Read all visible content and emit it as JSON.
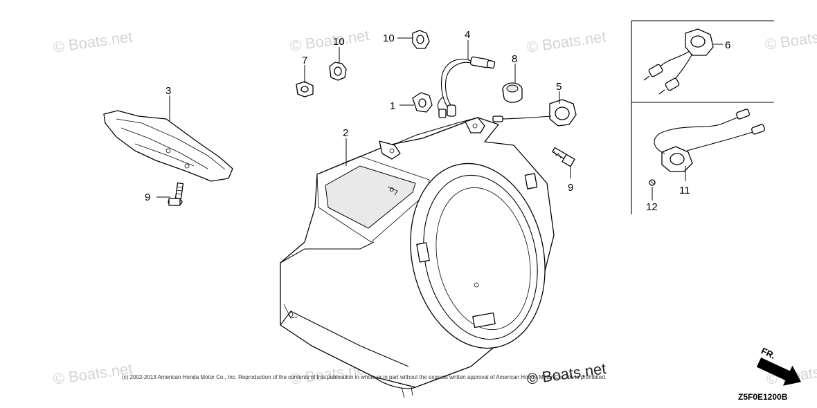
{
  "watermarks": [
    {
      "text": "© Boats.net"
    },
    {
      "text": "© Boats.net"
    },
    {
      "text": "© Boats.net"
    },
    {
      "text": "© Boats.net"
    },
    {
      "text": "© Boats"
    },
    {
      "text": "© Boats.net"
    },
    {
      "text": "© Boats.net"
    },
    {
      "text": "© Boats.net"
    }
  ],
  "callouts": {
    "c1": "1",
    "c2": "2",
    "c3": "3",
    "c4": "4",
    "c5": "5",
    "c6": "6",
    "c7": "7",
    "c8": "8",
    "c9a": "9",
    "c9b": "9",
    "c10a": "10",
    "c10b": "10",
    "c11": "11",
    "c12": "12"
  },
  "copyright": "(c) 2002-2013 American Honda Motor Co., Inc. Reproduction of the contents of this publication in whole or in part without the express written approval of American Honda Motor Co., Inc is prohibited.",
  "diagram_code": "Z5F0E1200B",
  "front_label": "FR."
}
